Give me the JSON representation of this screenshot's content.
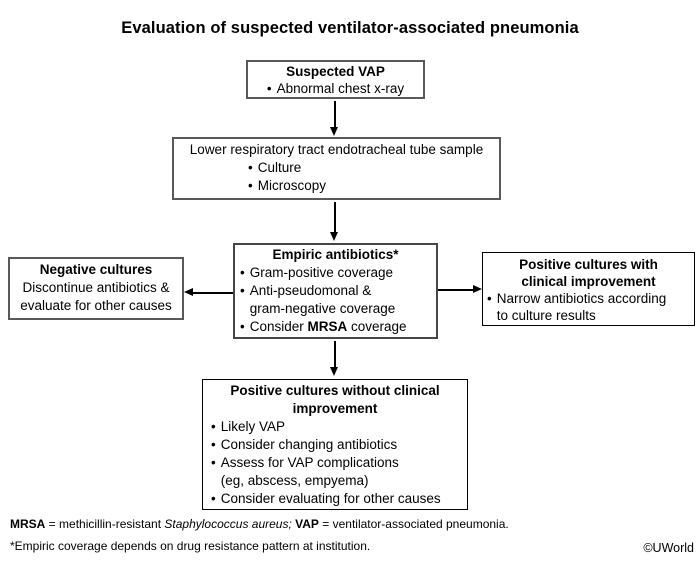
{
  "title": "Evaluation of suspected ventilator-associated pneumonia",
  "bullet_char": "•",
  "nodes": {
    "suspected": {
      "heading": "Suspected VAP",
      "bullets": [
        "Abnormal chest x-ray"
      ]
    },
    "sample": {
      "heading": "Lower respiratory tract endotracheal tube sample",
      "bullets": [
        "Culture",
        "Microscopy"
      ]
    },
    "empiric": {
      "heading": "Empiric antibiotics*",
      "bullet_gram_positive": "Gram-positive coverage",
      "bullet_anti_line1": "Anti-pseudomonal &",
      "bullet_anti_line2": "gram-negative coverage",
      "bullet_mrsa_pre": "Consider ",
      "bullet_mrsa_bold": "MRSA",
      "bullet_mrsa_post": " coverage"
    },
    "negative": {
      "heading": "Negative cultures",
      "body_line1": "Discontinue antibiotics &",
      "body_line2": "evaluate for other causes"
    },
    "positive_improved": {
      "heading_line1": "Positive cultures with",
      "heading_line2": "clinical improvement",
      "bullet_line1": "Narrow antibiotics according",
      "bullet_line2": "to culture results"
    },
    "positive_not_improved": {
      "heading_line1": "Positive cultures without clinical",
      "heading_line2": "improvement",
      "bullet_likely": "Likely VAP",
      "bullet_changing": "Consider changing antibiotics",
      "bullet_assess_line1": "Assess for VAP complications",
      "bullet_assess_line2": "(eg, abscess, empyema)",
      "bullet_evaluate": "Consider evaluating for other causes"
    }
  },
  "footnotes": {
    "mrsa_bold": "MRSA",
    "mrsa_text": " = methicillin-resistant ",
    "mrsa_italic": "Staphylococcus aureus;",
    "vap_bold": "VAP",
    "vap_text": " = ventilator-associated pneumonia.",
    "empiric_note": "*Empiric coverage depends on drug resistance pattern at institution.",
    "copyright": "©UWorld"
  },
  "colors": {
    "background": "#ffffff",
    "text": "#000000",
    "box_border_gray": "#58595b",
    "box_border_dark": "#000000",
    "arrow": "#000000"
  }
}
